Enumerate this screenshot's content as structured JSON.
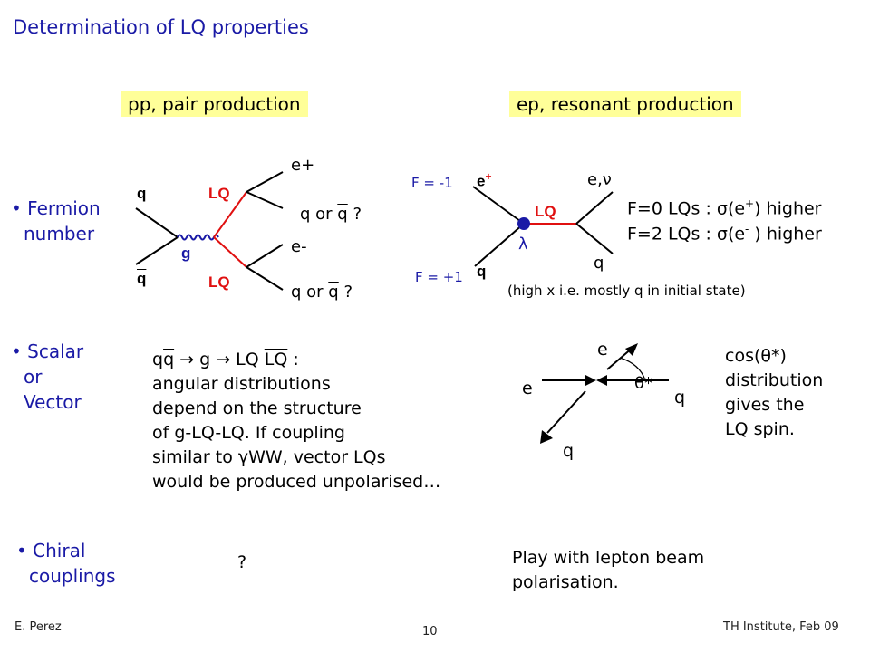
{
  "title": "Determination of LQ properties",
  "headers": {
    "pp": "pp, pair production",
    "ep": "ep, resonant production"
  },
  "rows": {
    "fermion": {
      "bullet": "•",
      "line1": "Fermion",
      "line2": "number"
    },
    "scalar": {
      "bullet": "•",
      "line1": "Scalar",
      "line2": "or",
      "line3": "Vector"
    },
    "chiral": {
      "bullet": "•",
      "line1": "Chiral",
      "line2": "couplings"
    }
  },
  "pp_diagram": {
    "q_top": "q",
    "q_bottom": "q",
    "g": "g",
    "lq_top": "LQ",
    "lq_bottom": "LQ",
    "e_plus": "e+",
    "e_minus": "e-",
    "qorq_top_a": "q or ",
    "qorq_top_b": "q",
    "qorq_top_c": " ?",
    "qorq_bot_a": "q or ",
    "qorq_bot_b": "q",
    "qorq_bot_c": " ?"
  },
  "ep_diagram": {
    "f_minus": "F = -1",
    "f_plus": "F = +1",
    "e_plus": "e",
    "e_plus_sup": "+",
    "q": "q",
    "lq": "LQ",
    "lambda": "λ",
    "e_nu": "e,ν",
    "q_out": "q",
    "f0": "F=0 LQs : σ(e",
    "f0_sup": "+",
    "f0_end": ") higher",
    "f2": "F=2 LQs : σ(e",
    "f2_sup": "-",
    "f2_end": " ) higher",
    "note": "(high x i.e. mostly q in initial state)"
  },
  "scalar_text": {
    "eq_a": "q",
    "eq_b": "q",
    "eq_c": " → g → LQ ",
    "eq_d": "LQ",
    "eq_e": " :",
    "l2": "angular distributions",
    "l3": "depend on the structure",
    "l4": "of g-LQ-LQ. If coupling",
    "l5": "similar to γWW, vector LQs",
    "l6": "would be produced unpolarised…"
  },
  "angle_diagram": {
    "e_top": "e",
    "e_left": "e",
    "q_right": "q",
    "q_bottom": "q",
    "theta": "θ*"
  },
  "spin_text": {
    "l1": "cos(θ*)",
    "l2": "distribution",
    "l3": "gives the",
    "l4": "LQ spin."
  },
  "chiral_q": "?",
  "chiral_text": {
    "l1": "Play with lepton beam",
    "l2": "polarisation."
  },
  "footer": {
    "author": "E. Perez",
    "page": "10",
    "venue": "TH Institute, Feb 09"
  },
  "colors": {
    "title": "#1a1aa6",
    "header_bg": "#ffff99",
    "lq_line": "#e01010",
    "gluon": "#1a1aa6"
  }
}
